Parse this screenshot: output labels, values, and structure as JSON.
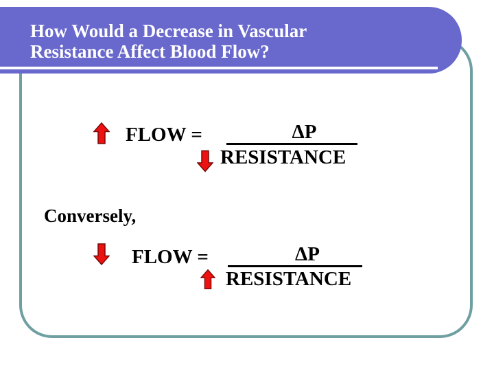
{
  "title": {
    "line1": "How Would a Decrease in Vascular",
    "line2": "Resistance Affect Blood Flow?"
  },
  "equation1": {
    "flow_direction": "up",
    "flow_label": "FLOW =",
    "numerator": "ΔP",
    "denominator": "RESISTANCE",
    "resistance_direction": "down"
  },
  "conversely_label": "Conversely,",
  "equation2": {
    "flow_direction": "down",
    "flow_label": "FLOW =",
    "numerator": "ΔP",
    "denominator": "RESISTANCE",
    "resistance_direction": "up"
  },
  "colors": {
    "header_bg": "#6868cd",
    "panel_border": "#6f9fa0",
    "arrow_fill": "#ee1111",
    "arrow_outline": "#7a0909",
    "title_text": "#ffffff",
    "body_text": "#000000"
  }
}
